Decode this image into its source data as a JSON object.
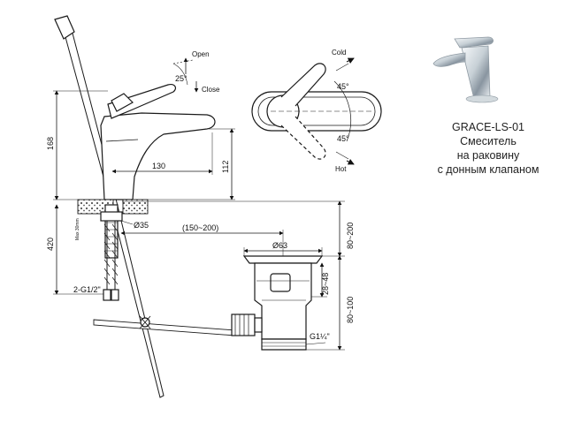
{
  "product": {
    "model": "GRACE-LS-01",
    "description_lines": [
      "Смеситель",
      "на раковину",
      "с донным клапаном"
    ]
  },
  "front_view": {
    "label_open": "Open",
    "label_close": "Close",
    "angle": "25°",
    "height_total": "168",
    "spout_reach": "130",
    "spout_height": "112",
    "below_deck": "420",
    "hole_diameter": "Ø35",
    "hose_thread": "2-G1/2\"",
    "max_thickness_note": "Max 30mm"
  },
  "top_view": {
    "label_cold": "Cold",
    "label_hot": "Hot",
    "angle_cold": "45°",
    "angle_hot": "45°"
  },
  "drain": {
    "rod_length": "(150~200)",
    "flange_diameter": "Ø63",
    "sink_thickness": "28~48",
    "rod_height": "80~200",
    "body_height": "80~100",
    "thread": "G1¼\""
  },
  "colors": {
    "line": "#1a1a1a",
    "hatch": "#5a5a5a",
    "chrome_light": "#e9eef2",
    "chrome_dark": "#7d8a94"
  }
}
